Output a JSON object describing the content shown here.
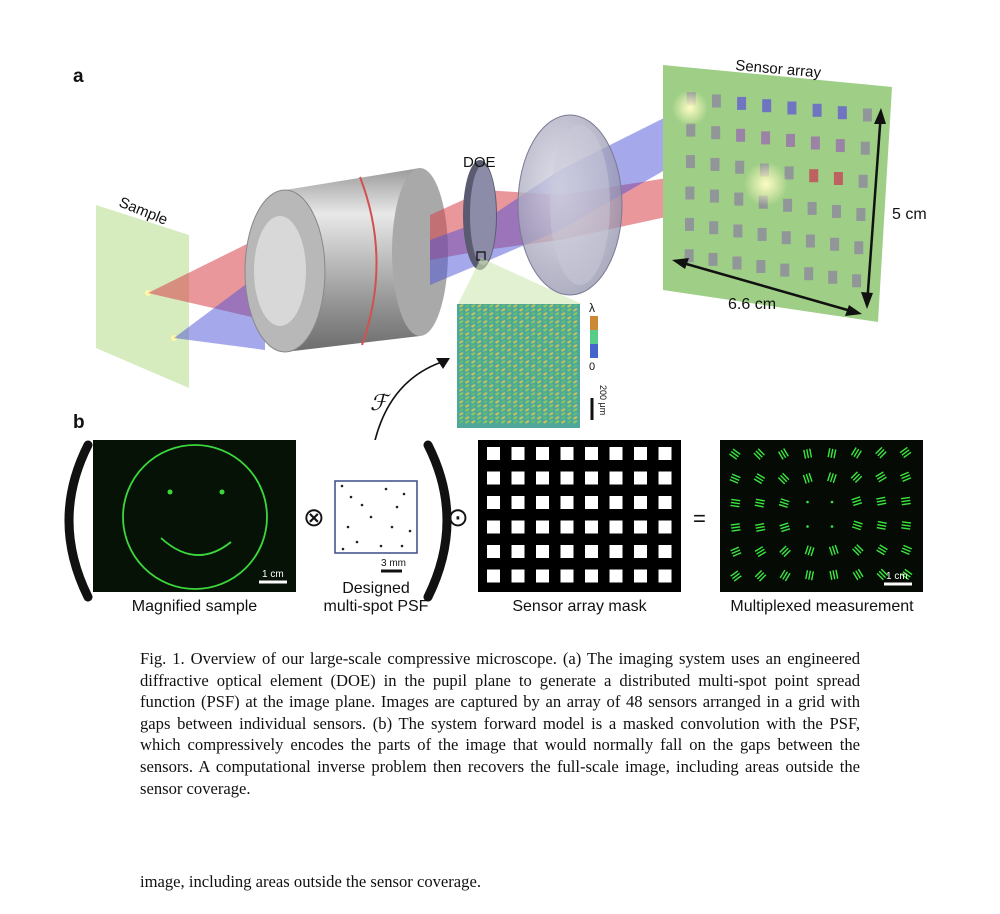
{
  "panel_a_letter": "a",
  "panel_b_letter": "b",
  "labels": {
    "sample": "Sample",
    "doe": "DOE",
    "sensor_array": "Sensor array",
    "height": "5 cm",
    "width": "6.6 cm",
    "lambda": "λ",
    "zero": "0",
    "um_scale": "200 μm",
    "fourier": "ℱ"
  },
  "panel_b": {
    "magnified_sample": "Magnified sample",
    "sample_scale": "1 cm",
    "psf_title_line1": "Designed",
    "psf_title_line2": "multi-spot PSF",
    "psf_scale": "3 mm",
    "mask": "Sensor array mask",
    "measurement": "Multiplexed measurement",
    "measurement_scale": "1 cm",
    "conv_symbol": "⊗",
    "mask_symbol": "⊙",
    "equals_symbol": "="
  },
  "caption": "Fig. 1. Overview of our large-scale compressive microscope. (a) The imaging system uses an engineered diffractive optical element (DOE) in the pupil plane to generate a distributed multi-spot point spread function (PSF) at the image plane. Images are captured by an array of 48 sensors arranged in a grid with gaps between individual sensors. (b) The system forward model is a masked convolution with the PSF, which compressively encodes the parts of the image that would normally fall on the gaps between the sensors. A computational inverse problem then recovers the full-scale image, including areas outside the sensor coverage.",
  "caption_tail": "image, including areas outside the sensor coverage.",
  "colors": {
    "red_beam": "#d9424a",
    "blue_beam": "#4b52d6",
    "sensor_board": "#9fcf86",
    "sample_plane": "#cfe7b3",
    "green_trace": "#39e83c"
  }
}
